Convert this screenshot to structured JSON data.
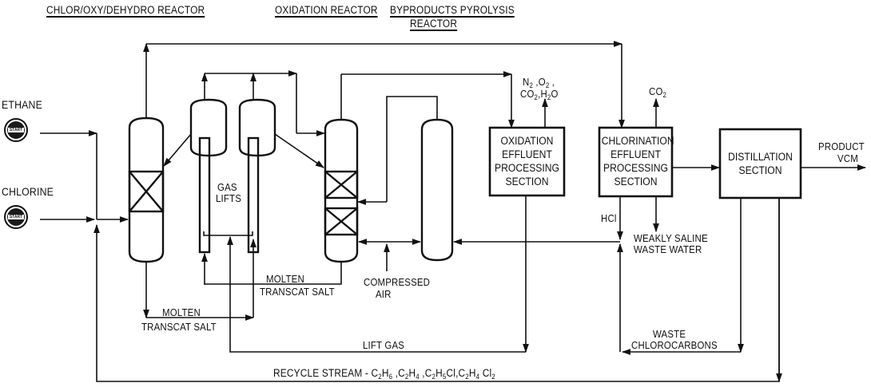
{
  "headers": {
    "chlor_reactor": "CHLOR/OXY/DEHYDRO REACTOR",
    "oxidation_reactor": "OXIDATION REACTOR",
    "pyrolysis_line1": "BYPRODUCTS PYROLYSIS",
    "pyrolysis_line2": "REACTOR"
  },
  "feeds": {
    "ethane": "ETHANE",
    "chlorine": "CHLORINE",
    "start_label": "START"
  },
  "units": {
    "oxidation_effluent": [
      "OXIDATION",
      "EFFLUENT",
      "PROCESSING",
      "SECTION"
    ],
    "chlorination_effluent": [
      "CHLORINATION",
      "EFFLUENT",
      "PROCESSING",
      "SECTION"
    ],
    "distillation": [
      "DISTILLATION",
      "SECTION"
    ]
  },
  "streams": {
    "gas_lifts_1": "GAS",
    "gas_lifts_2": "LIFTS",
    "molten_1": "MOLTEN",
    "transcat_1": "TRANSCAT SALT",
    "molten_2": "MOLTEN",
    "transcat_2": "TRANSCAT SALT",
    "compressed": "COMPRESSED",
    "air": "AIR",
    "lift_gas": "LIFT GAS",
    "hcl": "HCl",
    "weakly_saline": "WEAKLY SALINE",
    "waste_water": "WASTE WATER",
    "waste": "WASTE",
    "chlorocarbons": "CHLOROCARBONS",
    "product": "PRODUCT",
    "vcm": "VCM",
    "co2": "CO2",
    "oxid_vent_line1": "N2 ,O2 ,",
    "oxid_vent_line2": "CO2,H2O",
    "recycle_prefix": "RECYCLE STREAM - ",
    "recycle_components": [
      "C2H6",
      "C2H4",
      "C2H5Cl",
      "C2H4Cl2"
    ]
  }
}
